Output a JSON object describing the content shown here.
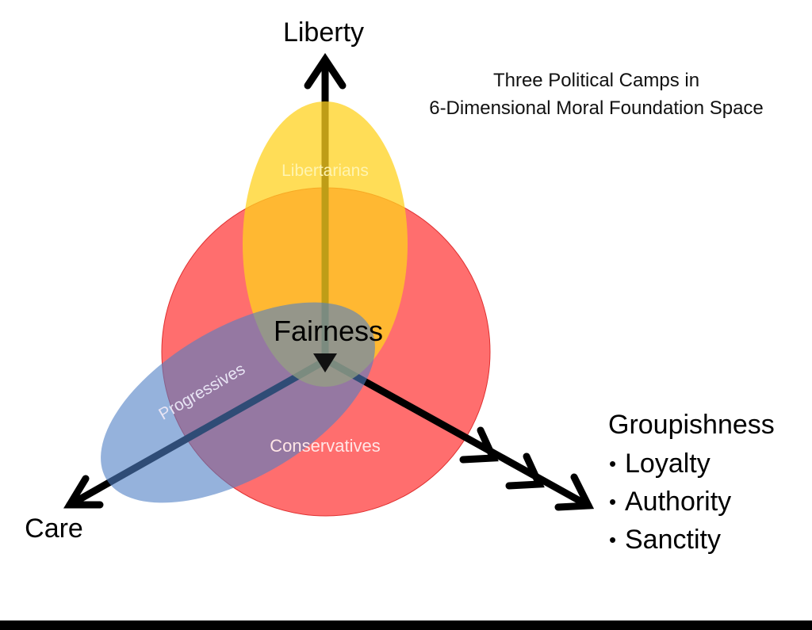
{
  "title_line1": "Three Political Camps in",
  "title_line2": "6-Dimensional Moral Foundation Space",
  "axes": {
    "liberty": "Liberty",
    "care": "Care",
    "fairness": "Fairness",
    "groupishness": "Groupishness",
    "groupishness_items": [
      "Loyalty",
      "Authority",
      "Sanctity"
    ]
  },
  "camps": {
    "libertarians": "Libertarians",
    "progressives": "Progressives",
    "conservatives": "Conservatives"
  },
  "colors": {
    "conservatives": "#ff4a4a",
    "libertarians": "#ffd21f",
    "progressives": "#4f7fc4"
  }
}
